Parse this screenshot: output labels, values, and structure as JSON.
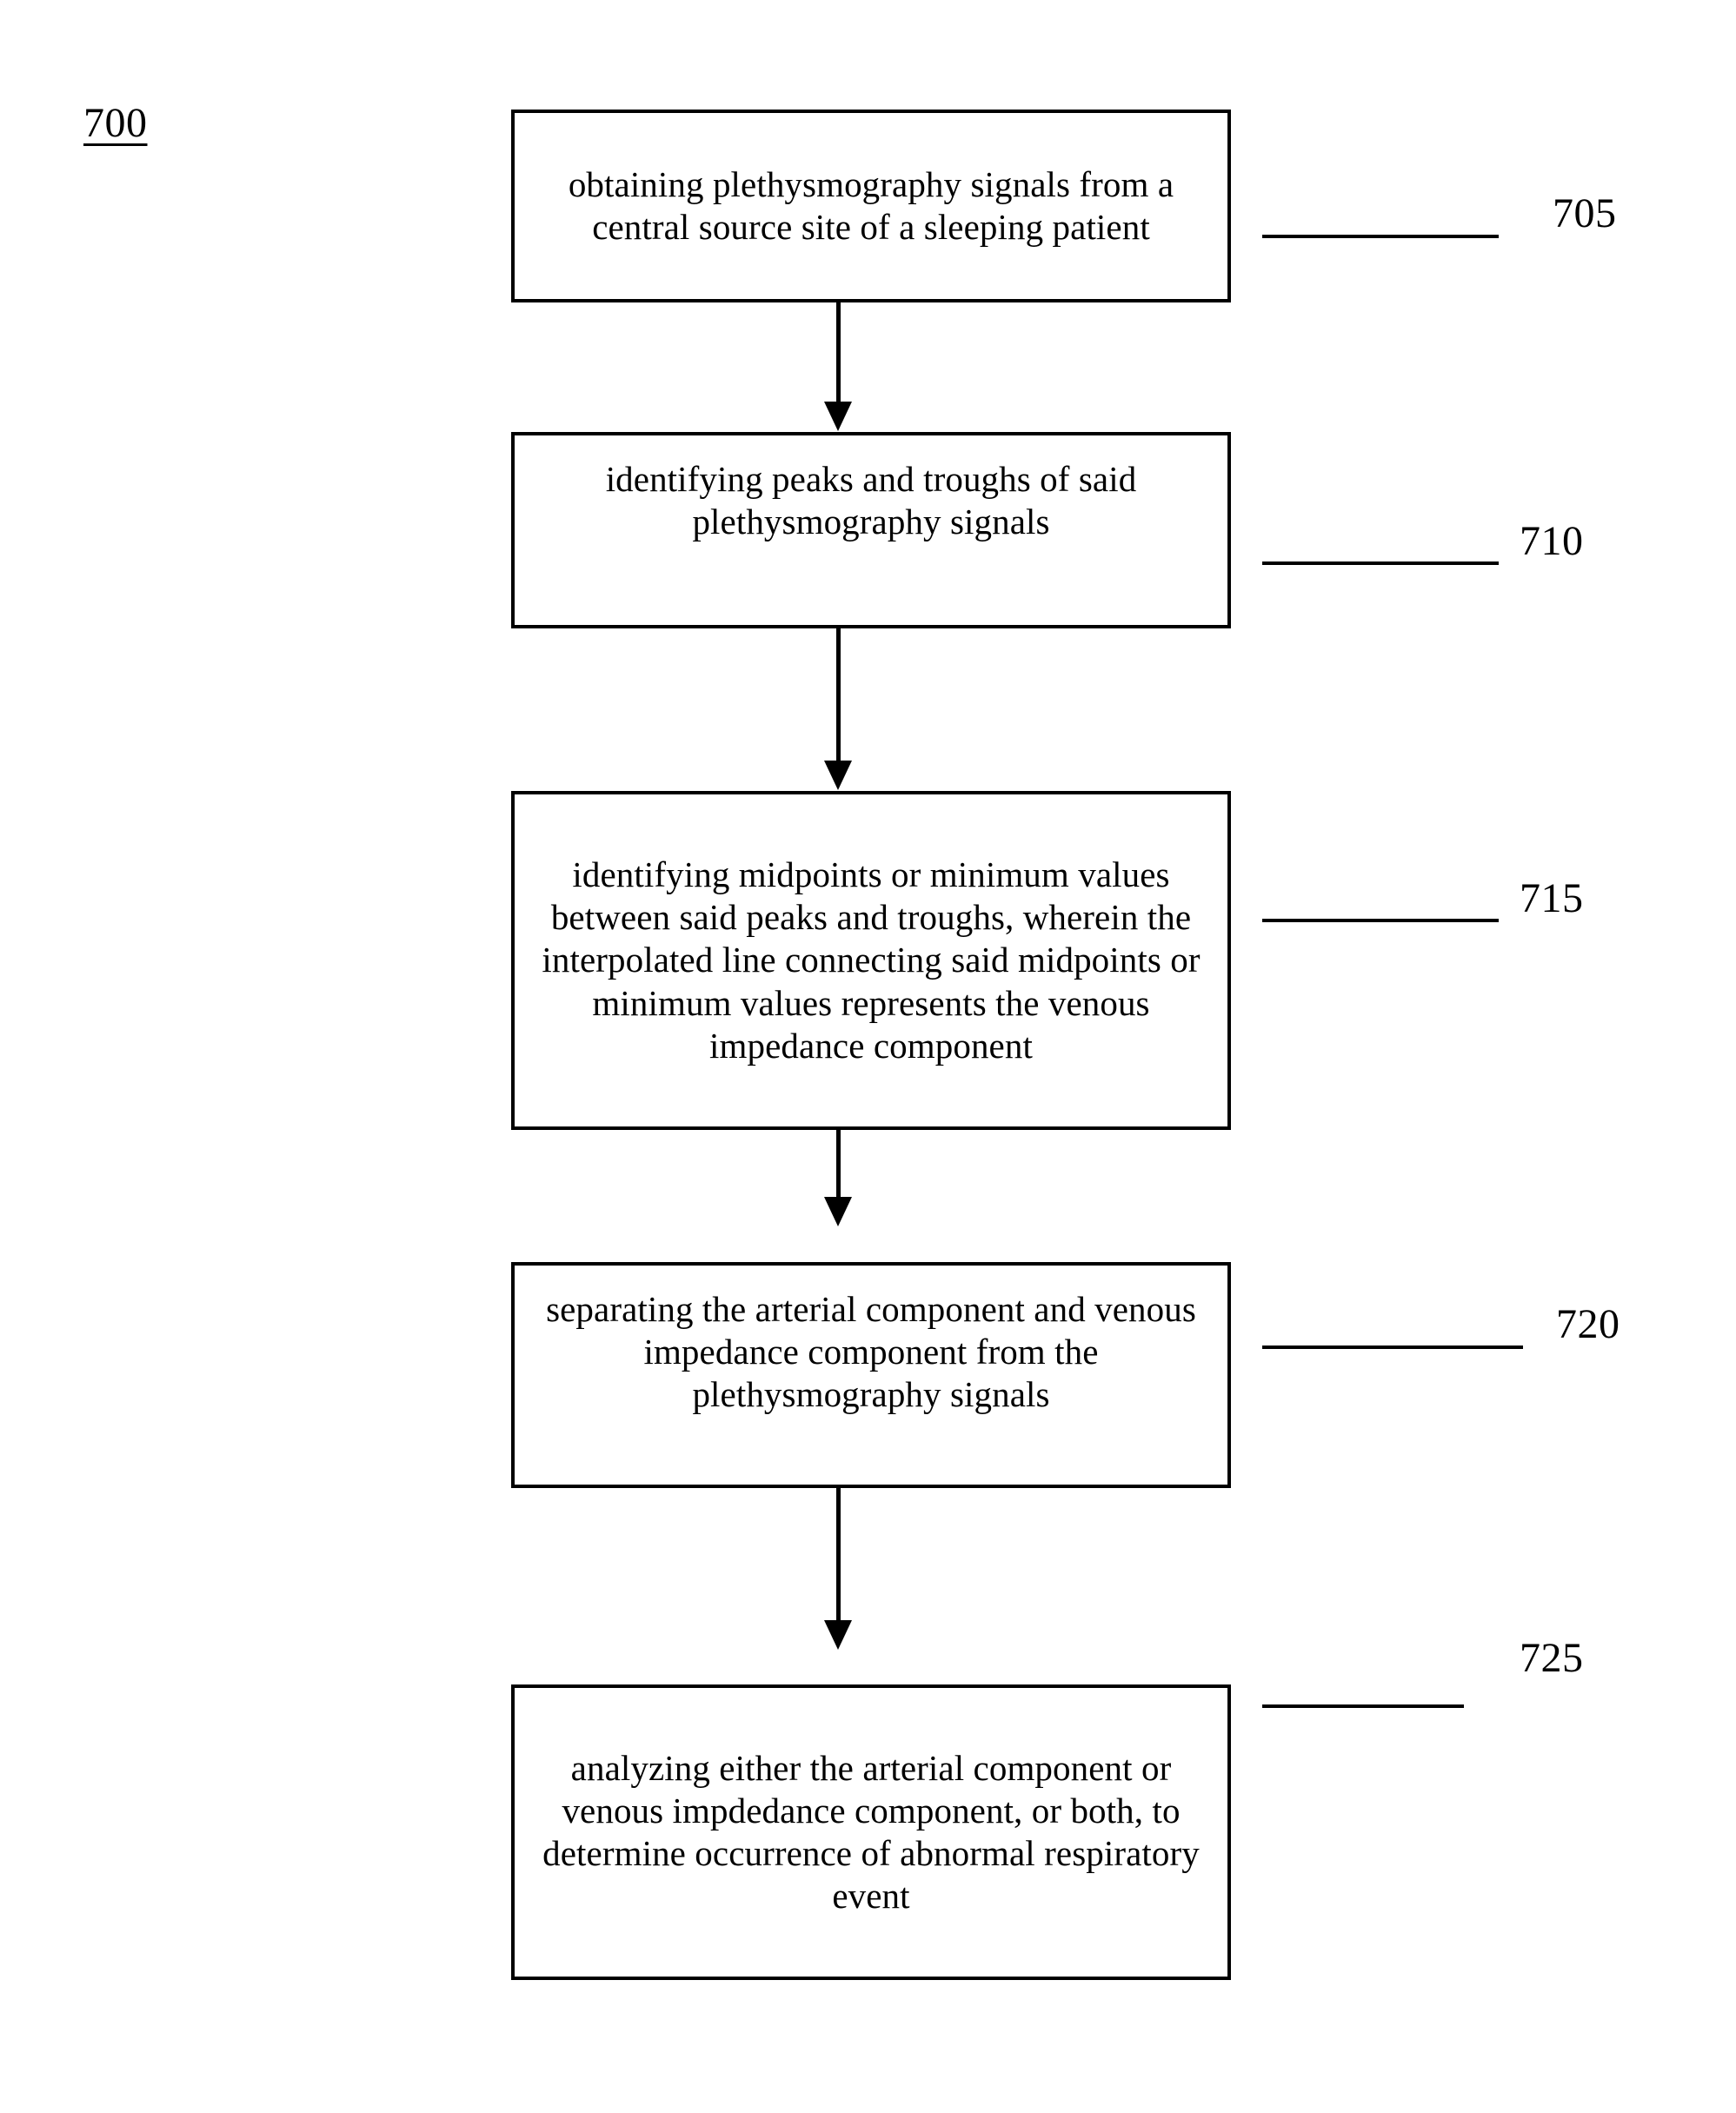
{
  "figure": {
    "number": "700",
    "type": "process-flowchart"
  },
  "steps": [
    {
      "ref": "705",
      "text": "obtaining plethysmography signals from a central source site of a sleeping patient",
      "align": "center"
    },
    {
      "ref": "710",
      "text": "identifying peaks and troughs of said plethysmography signals",
      "align": "top"
    },
    {
      "ref": "715",
      "text": "identifying midpoints or minimum values between said peaks and troughs, wherein the interpolated line connecting said midpoints or minimum values represents the venous impedance component",
      "align": "center"
    },
    {
      "ref": "720",
      "text": "separating the arterial component and venous impedance component from the plethysmography signals",
      "align": "top"
    },
    {
      "ref": "725",
      "text": "analyzing either the arterial component or venous impdedance component, or both, to determine occurrence of abnormal respiratory event",
      "align": "center"
    }
  ],
  "colors": {
    "ink": "#000000",
    "page": "#ffffff"
  }
}
